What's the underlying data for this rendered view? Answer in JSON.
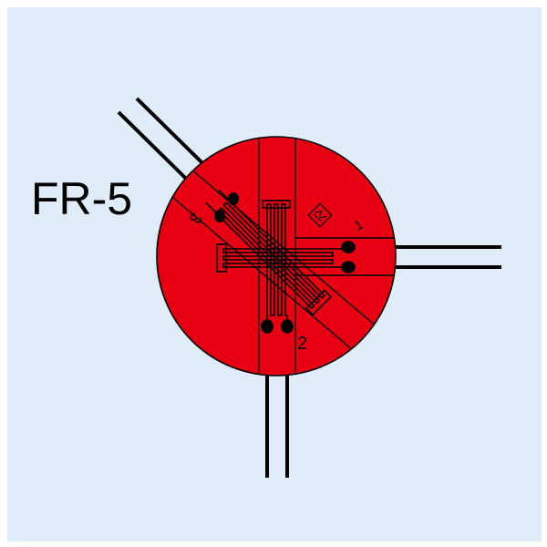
{
  "model": "FR-5",
  "grids": [
    {
      "label": "1"
    },
    {
      "label": "2"
    },
    {
      "label": "3"
    }
  ],
  "colors": {
    "background": "#e0edf8",
    "base": "#e60012",
    "wire": "#000000"
  },
  "icons": [
    "manufacturer-logo-icon"
  ]
}
